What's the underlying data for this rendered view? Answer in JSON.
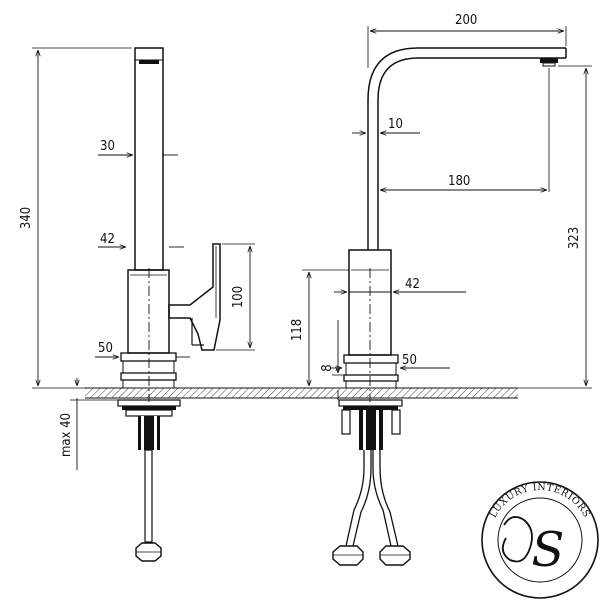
{
  "dimensions": {
    "total_height": "340",
    "spout_width": "30",
    "body_width_side": "42",
    "handle_height": "100",
    "base_width_side": "50",
    "max_thickness": "max 40",
    "reach_total": "200",
    "spout_wall": "10",
    "reach_inner": "180",
    "outlet_height": "323",
    "body_height": "118",
    "body_width_front": "42",
    "base_height": "8",
    "base_width_front": "50"
  },
  "logo": {
    "brand": "LUXURY INTERIORS",
    "monogram": "S"
  },
  "colors": {
    "line": "#111111",
    "background": "#ffffff"
  }
}
